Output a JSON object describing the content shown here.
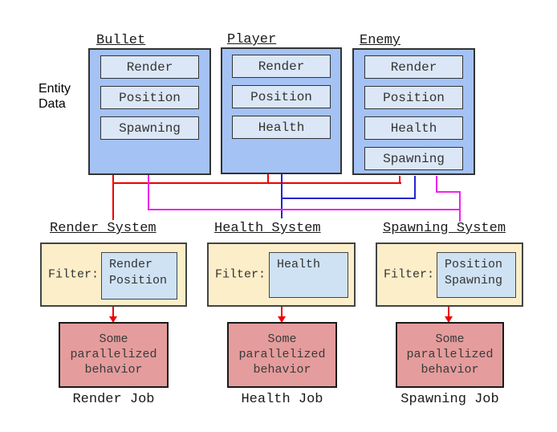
{
  "colors": {
    "entity_fill": "#a4c2f4",
    "component_fill": "#dbe7f6",
    "filter_fill": "#cfe2f3",
    "system_fill": "#fbeec9",
    "job_fill": "#e59c9c",
    "red": "#ee0000",
    "blue": "#2525d0",
    "magenta": "#ee22ee"
  },
  "side_label": {
    "line1": "Entity",
    "line2": "Data"
  },
  "entities": [
    {
      "title": "Bullet",
      "components": [
        "Render",
        "Position",
        "Spawning"
      ]
    },
    {
      "title": "Player",
      "components": [
        "Render",
        "Position",
        "Health"
      ]
    },
    {
      "title": "Enemy",
      "components": [
        "Render",
        "Position",
        "Health",
        "Spawning"
      ]
    }
  ],
  "systems": [
    {
      "title": "Render System",
      "filter_label": "Filter:",
      "filter_components": [
        "Render",
        "Position"
      ]
    },
    {
      "title": "Health System",
      "filter_label": "Filter:",
      "filter_components": [
        "Health"
      ]
    },
    {
      "title": "Spawning System",
      "filter_label": "Filter:",
      "filter_components": [
        "Position",
        "Spawning"
      ]
    }
  ],
  "jobs": [
    {
      "title": "Render Job",
      "body_lines": [
        "Some",
        "parallelized",
        "behavior"
      ]
    },
    {
      "title": "Health Job",
      "body_lines": [
        "Some",
        "parallelized",
        "behavior"
      ]
    },
    {
      "title": "Spawning Job",
      "body_lines": [
        "Some",
        "parallelized",
        "behavior"
      ]
    }
  ],
  "connections": [
    {
      "color": "#ee0000",
      "from": [
        "Bullet",
        "Player",
        "Enemy"
      ],
      "to": "Render System"
    },
    {
      "color": "#2525d0",
      "from": [
        "Player",
        "Enemy"
      ],
      "to": "Health System"
    },
    {
      "color": "#ee22ee",
      "from": [
        "Bullet",
        "Enemy"
      ],
      "to": "Spawning System"
    }
  ]
}
